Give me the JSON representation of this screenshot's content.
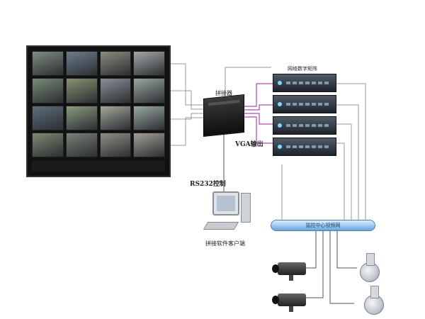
{
  "labels": {
    "splicer": "拼接器",
    "nvr_matrix": "网络数字矩阵",
    "vga_output": "VGA输出",
    "rs232_control": "RS232控制",
    "client": "拼接软件客户端",
    "network": "监控中心视频网"
  },
  "colors": {
    "line_gray": "#9a9a9a",
    "line_purple": "#b04bb0",
    "line_dark": "#555555"
  },
  "wall_screens": [
    "#7f8c80",
    "#6e7c8a",
    "#8d8a7c",
    "#a2a8a8",
    "#788a76",
    "#869270",
    "#8a8f96",
    "#9aa79e",
    "#5f6e79",
    "#8a9a7e",
    "#a3a79a",
    "#9ba8a3",
    "#7d8a73",
    "#7b8078",
    "#8e8f83",
    "#a29f93"
  ]
}
